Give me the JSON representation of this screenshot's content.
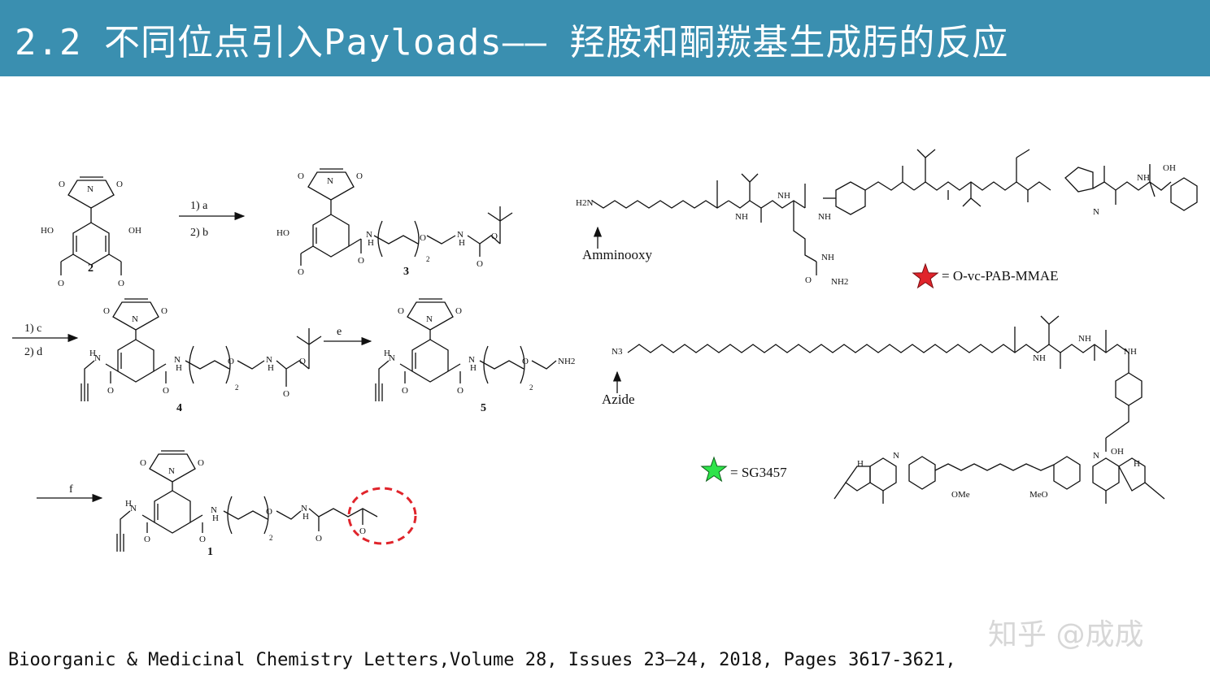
{
  "header": {
    "title": "2.2 不同位点引入Payloads—— 羟胺和酮羰基生成肟的反应",
    "background": "#3a8fb0"
  },
  "scheme_left": {
    "compound_2_label": "2",
    "compound_3_label": "3",
    "compound_4_label": "4",
    "compound_5_label": "5",
    "compound_1_label": "1",
    "step_1a": "1) a",
    "step_2b": "2) b",
    "step_1c": "1) c",
    "step_2d": "2) d",
    "step_e": "e",
    "step_f": "f",
    "peg_subscript": "2",
    "atom_HO": "HO",
    "atom_OH": "OH",
    "atom_N": "N",
    "atom_O": "O",
    "atom_H": "H",
    "atom_NH2": "NH2",
    "highlight_color": "#e0242b"
  },
  "scheme_right": {
    "amminooxy_label": "Amminooxy",
    "azide_label": "Azide",
    "atom_H2N": "H2N",
    "atom_N3": "N3",
    "atom_NH": "NH",
    "atom_NH2": "NH2",
    "atom_OH": "OH",
    "atom_OMe": "OMe",
    "atom_MeO": "MeO",
    "atom_H": "H",
    "atom_N": "N",
    "atom_O": "O",
    "legend_red": "= O-vc-PAB-MMAE",
    "legend_green": "= SG3457",
    "star_red_color": "#e0242b",
    "star_green_color": "#2ee44a"
  },
  "watermark": "知乎 @成成",
  "citation": "Bioorganic & Medicinal Chemistry Letters,Volume 28, Issues 23–24, 2018, Pages 3617-3621,"
}
